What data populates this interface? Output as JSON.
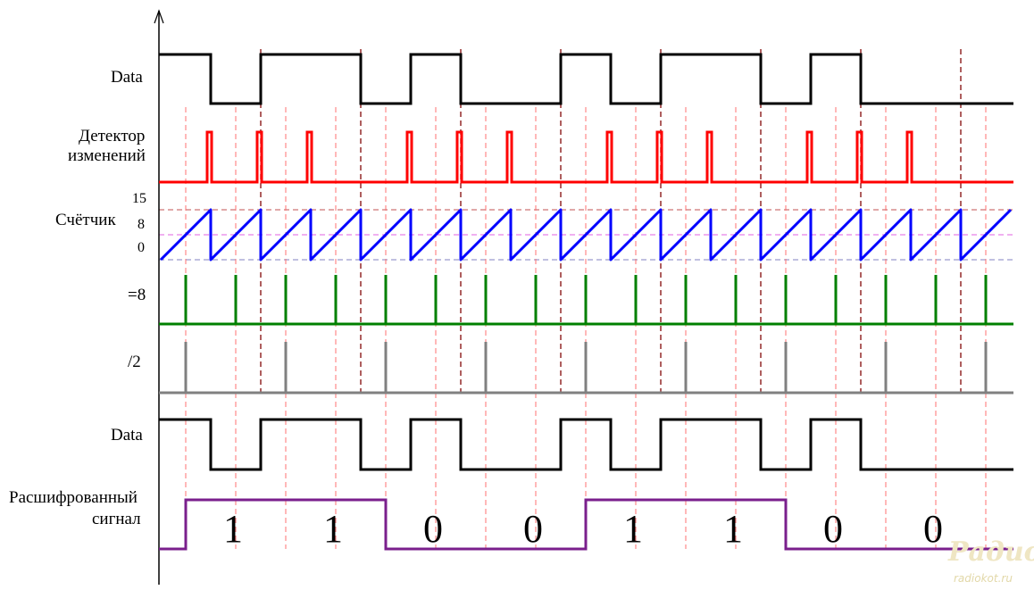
{
  "labels": {
    "data_top": "Data",
    "detector_line1": "Детектор",
    "detector_line2": "изменений",
    "counter": "Счётчик",
    "tick_15": "15",
    "tick_8": "8",
    "tick_0": "0",
    "eq8": "=8",
    "div2": "/2",
    "data_bottom": "Data",
    "decoded_line1": "Расшифрованный",
    "decoded_line2": "сигнал"
  },
  "decoded_bits": [
    "1",
    "1",
    "0",
    "0",
    "1",
    "1",
    "0",
    "0"
  ],
  "watermark": {
    "brand": "Радио КОТ",
    "site": "radiokot.ru"
  },
  "colors": {
    "data": "#000000",
    "detector": "#ff0000",
    "counter": "#0000ff",
    "eq8": "#008000",
    "div2": "#808080",
    "decoded": "#7a1f8c",
    "guide_dark": "#8b1a1a",
    "guide_light": "#ff7070",
    "level_15": "#c05050",
    "level_8": "#e060e0",
    "level_0": "#8080c0"
  }
}
